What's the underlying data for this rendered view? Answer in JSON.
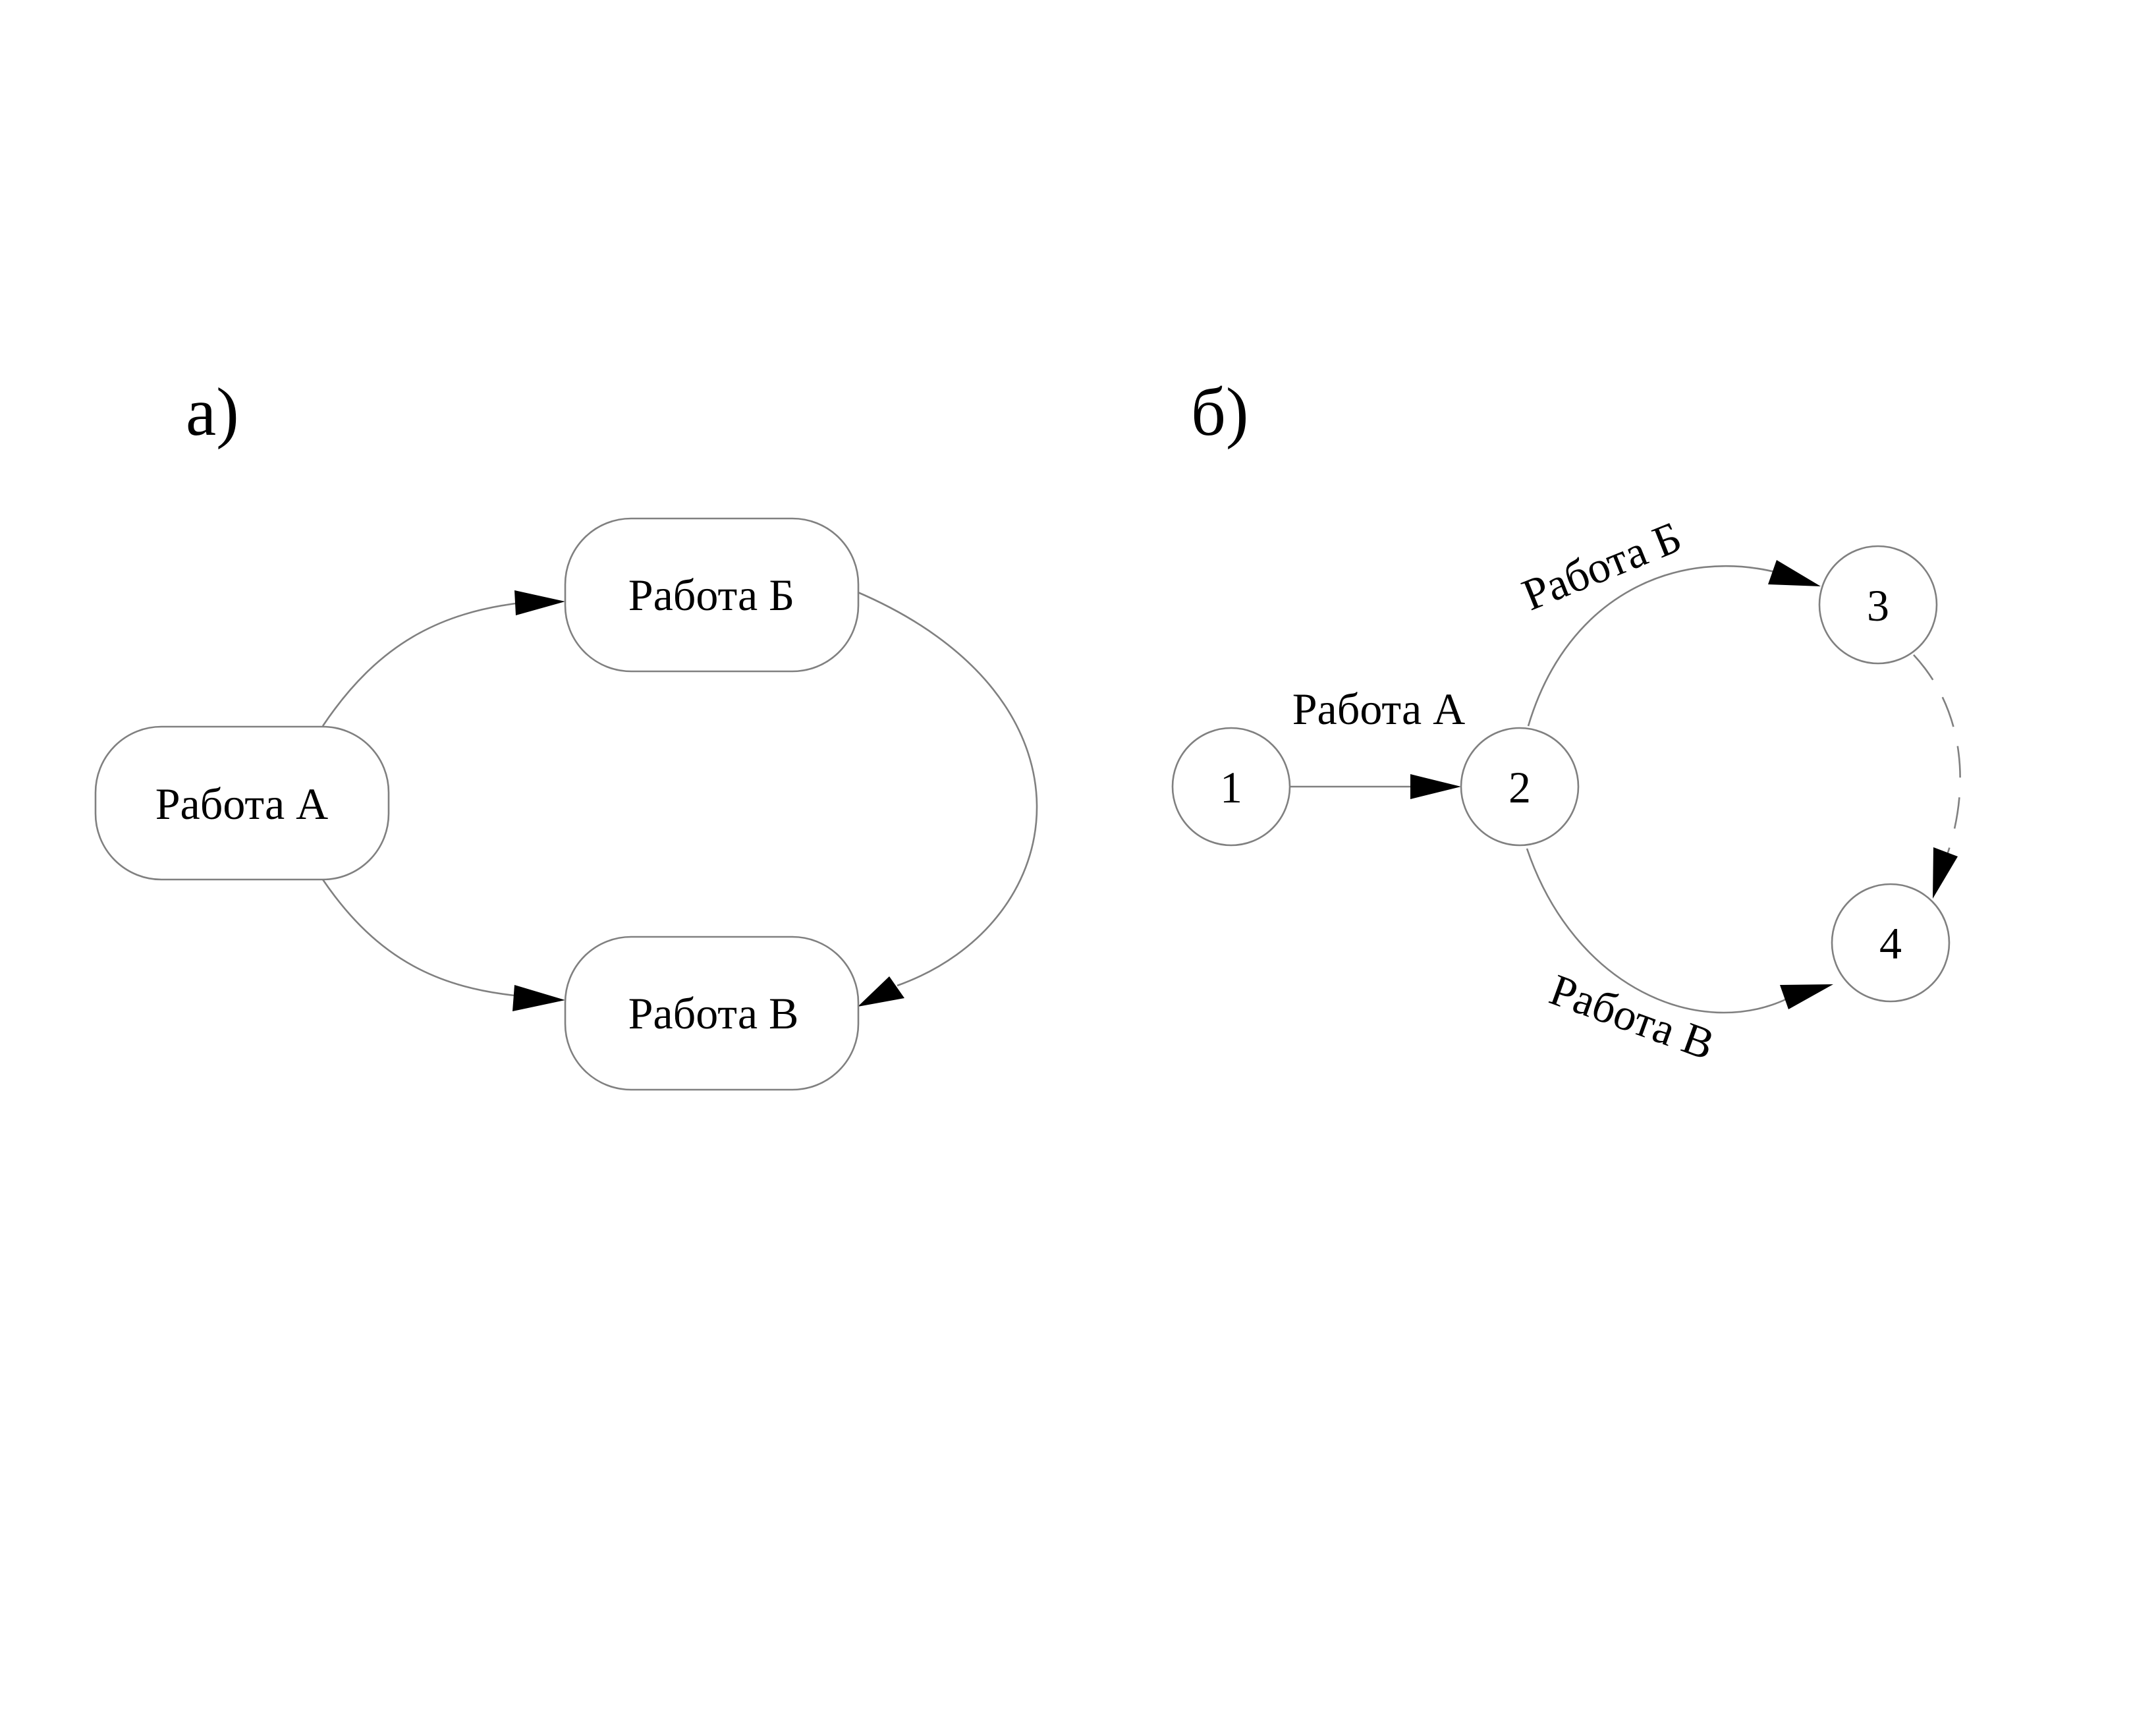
{
  "panel_a": {
    "label": "а)",
    "nodes": {
      "a": "Работа А",
      "b": "Работа Б",
      "v": "Работа В"
    }
  },
  "panel_b": {
    "label": "б)",
    "events": [
      "1",
      "2",
      "3",
      "4"
    ],
    "edges": {
      "a": "Работа А",
      "b": "Работа Б",
      "v": "Работа В"
    },
    "dummy_edge_style": "dashed"
  },
  "colors": {
    "outline": "#808080",
    "arrowhead": "#000000",
    "text": "#000000"
  }
}
